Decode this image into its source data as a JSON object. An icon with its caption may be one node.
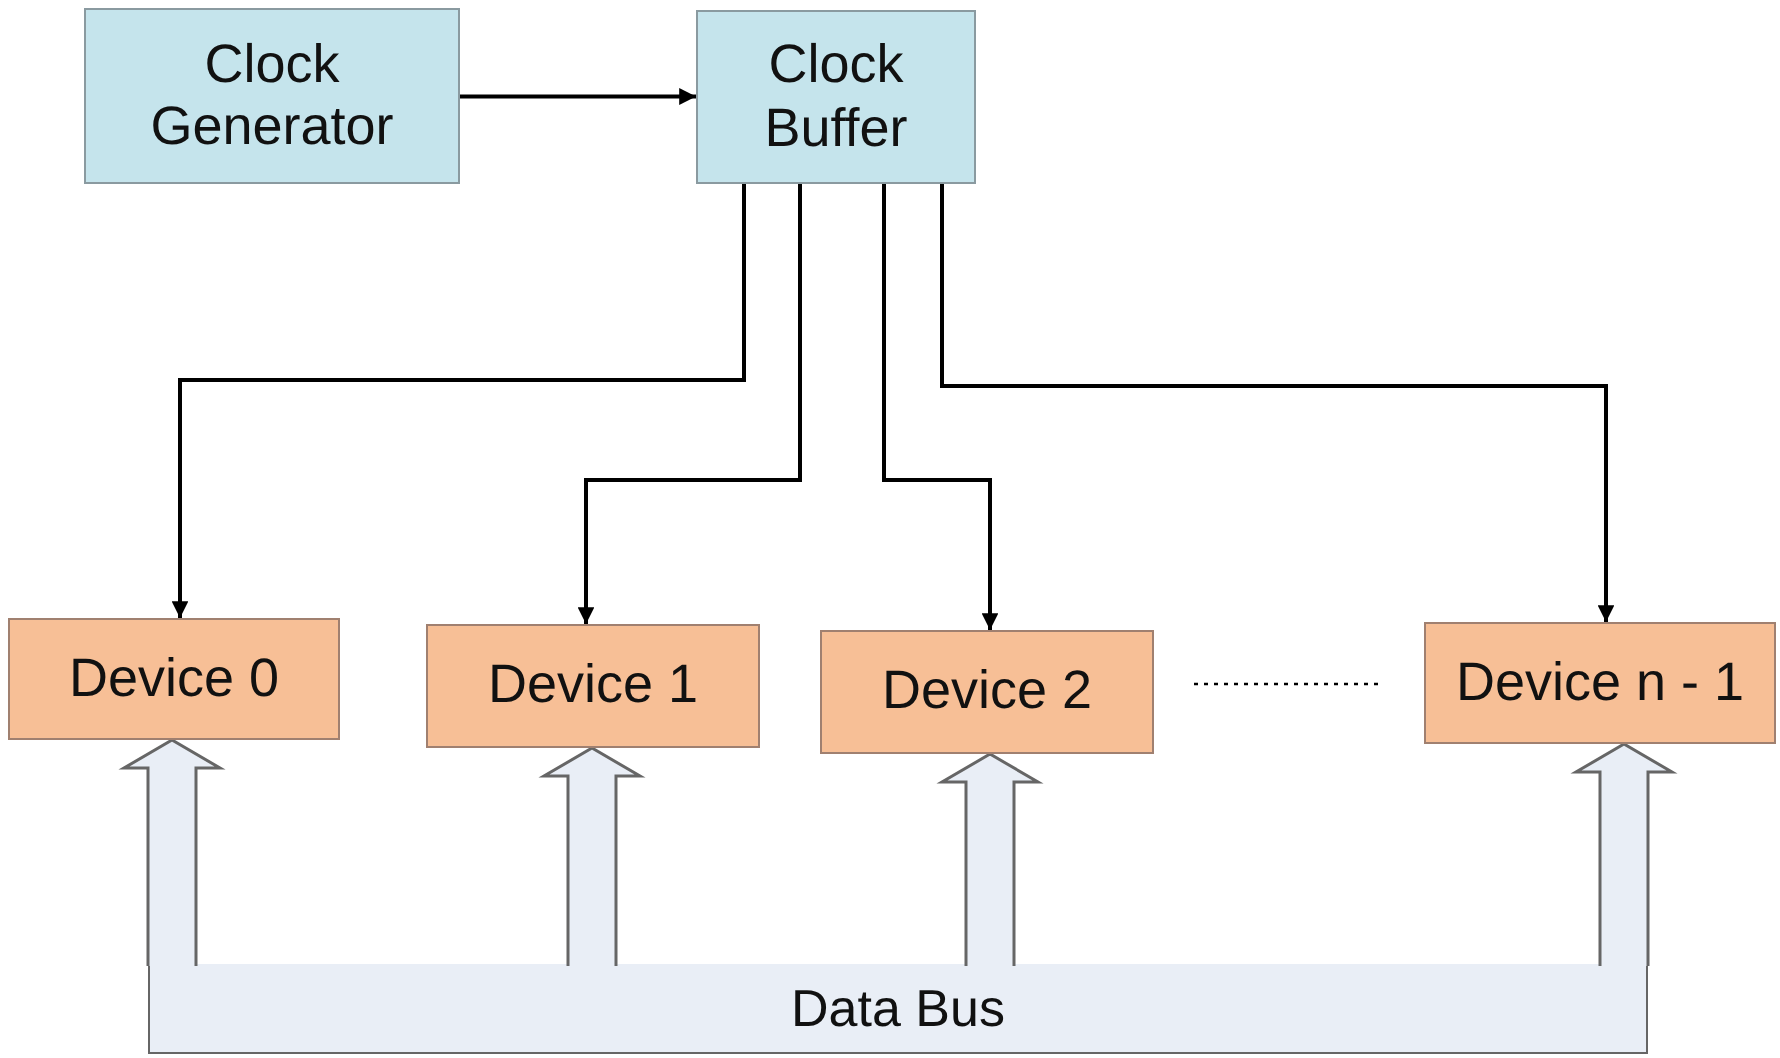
{
  "diagram": {
    "nodes": [
      {
        "text": [
          "Clock Generator"
        ]
      },
      {
        "text": [
          "Clock Buffer"
        ]
      },
      {
        "text": [
          "Device 0"
        ]
      },
      {
        "text": [
          "Device 1"
        ]
      },
      {
        "text": [
          "Device 2"
        ]
      },
      {
        "text": [
          "Device n - 1"
        ]
      },
      {
        "text": [
          "Data Bus"
        ]
      }
    ],
    "edges": [
      {
        "from": 0,
        "to": 1,
        "arrow": "to"
      },
      {
        "from": 1,
        "to": 2,
        "arrow": "to"
      },
      {
        "from": 1,
        "to": 3,
        "arrow": "to"
      },
      {
        "from": 1,
        "to": 4,
        "arrow": "to"
      },
      {
        "from": 1,
        "to": 5,
        "arrow": "to"
      },
      {
        "from": 4,
        "to": 5,
        "arrow": "none",
        "style": "dashed"
      },
      {
        "from": 6,
        "to": 2,
        "arrow": "to",
        "style": "thick"
      },
      {
        "from": 6,
        "to": 3,
        "arrow": "to",
        "style": "thick"
      },
      {
        "from": 6,
        "to": 4,
        "arrow": "to",
        "style": "thick"
      },
      {
        "from": 6,
        "to": 5,
        "arrow": "to",
        "style": "thick"
      }
    ]
  }
}
